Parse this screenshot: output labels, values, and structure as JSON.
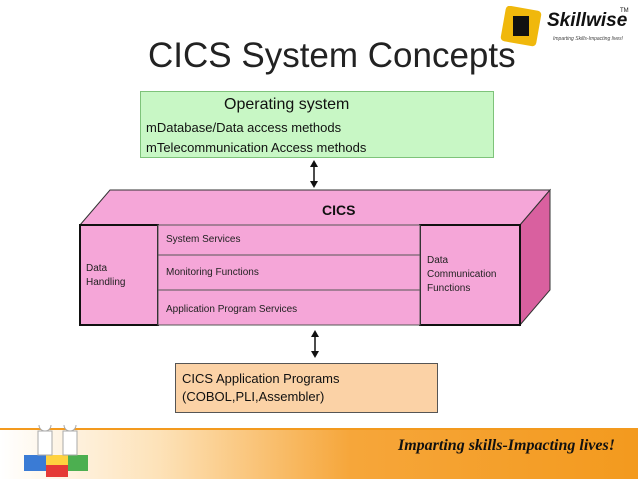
{
  "slide": {
    "title": "CICS System Concepts",
    "footer_text": "Imparting skills-Impacting lives!"
  },
  "logo": {
    "name": "Skillwise",
    "tm": "TM",
    "tagline": "Imparting Skills-Impacting lives!"
  },
  "os_box": {
    "title": "Operating system",
    "items": [
      "mDatabase/Data access methods",
      "mTelecommunication Access methods"
    ]
  },
  "cics_box": {
    "label": "CICS",
    "services": [
      "System Services",
      "Monitoring Functions",
      "Application Program Services"
    ],
    "left_label": [
      "Data",
      "Handling"
    ],
    "right_label": [
      "Data",
      "Communication",
      "Functions"
    ]
  },
  "app_box": {
    "lines": [
      "CICS Application Programs",
      "(COBOL,PLI,Assembler)"
    ]
  },
  "colors": {
    "os_fill": "#c8f7c5",
    "cics_fill": "#f5a6d8",
    "cics_side": "#d9609f",
    "app_fill": "#fbd2a6",
    "footer_orange": "#f39a1e"
  }
}
